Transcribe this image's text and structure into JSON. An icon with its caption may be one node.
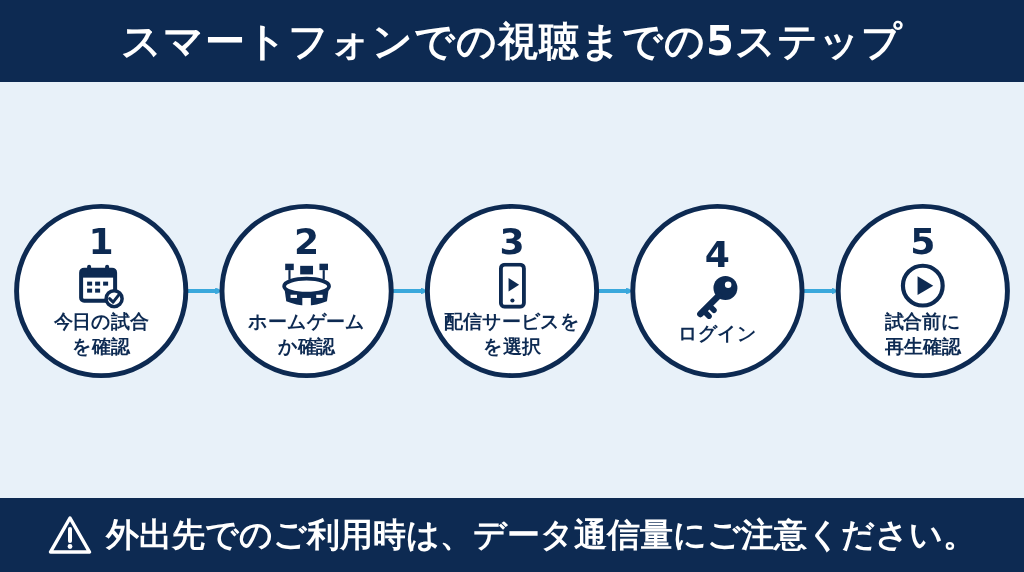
{
  "diagram": {
    "title": "スマートフォンでの視聴までの5ステップ",
    "nodes": [
      {
        "text": [
          "1",
          "今日の試合を確認"
        ]
      },
      {
        "text": [
          "2",
          "ホームゲームか確認"
        ]
      },
      {
        "text": [
          "3",
          "配信サービスをを選択"
        ]
      },
      {
        "text": [
          "4",
          "ログイン"
        ]
      },
      {
        "text": [
          "5",
          "試合前に再生確認"
        ]
      }
    ],
    "edges": [
      {
        "from": 0,
        "to": 1,
        "arrow": "to"
      },
      {
        "from": 1,
        "to": 2,
        "arrow": "to"
      },
      {
        "from": 2,
        "to": 3,
        "arrow": "to"
      },
      {
        "from": 3,
        "to": 4,
        "arrow": "to"
      }
    ],
    "labels": [
      "外出先でのご利用時は、データ通信量にご注意ください。"
    ]
  }
}
